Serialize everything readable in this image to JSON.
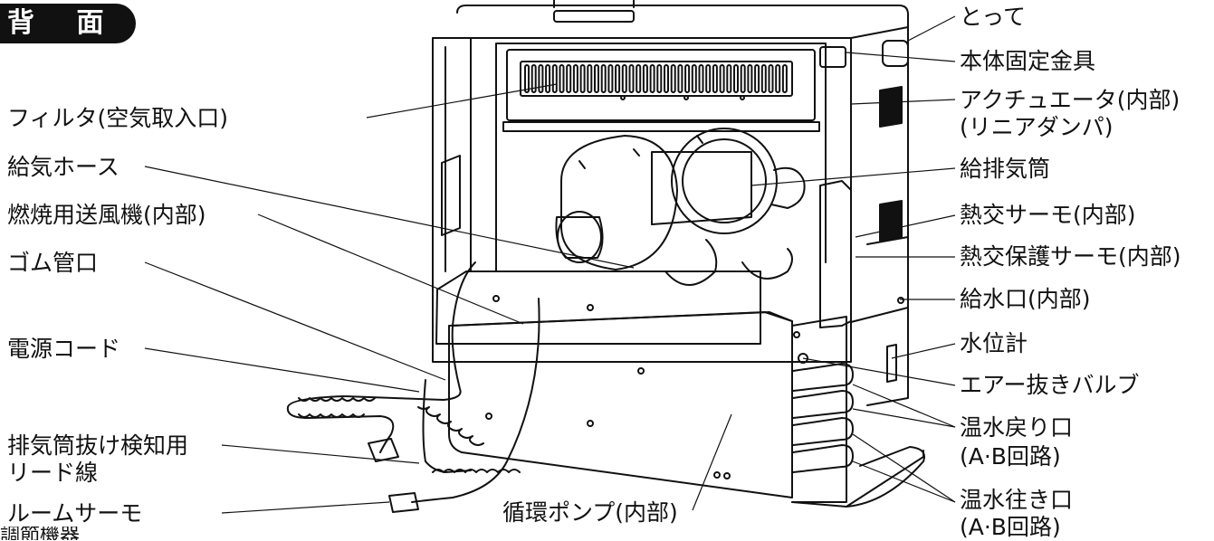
{
  "header": {
    "badge": "背 面"
  },
  "labels": {
    "left": [
      "フィルタ(空気取入口)",
      "給気ホース",
      "燃焼用送風機(内部)",
      "ゴム管口",
      "電源コード",
      "排気筒抜け検知用",
      "リード線",
      "ルームサーモ"
    ],
    "bottom": "循環ポンプ(内部)",
    "right": [
      "とって",
      "本体固定金具",
      "アクチュエータ(内部)",
      "(リニアダンパ)",
      "給排気筒",
      "熱交サーモ(内部)",
      "熱交保護サーモ(内部)",
      "給水口(内部)",
      "水位計",
      "エアー抜きバルブ",
      "温水戻り口",
      "(A·B回路)",
      "温水往き口",
      "(A·B回路)"
    ]
  },
  "footer": {
    "partial_heading": "調節機器"
  }
}
